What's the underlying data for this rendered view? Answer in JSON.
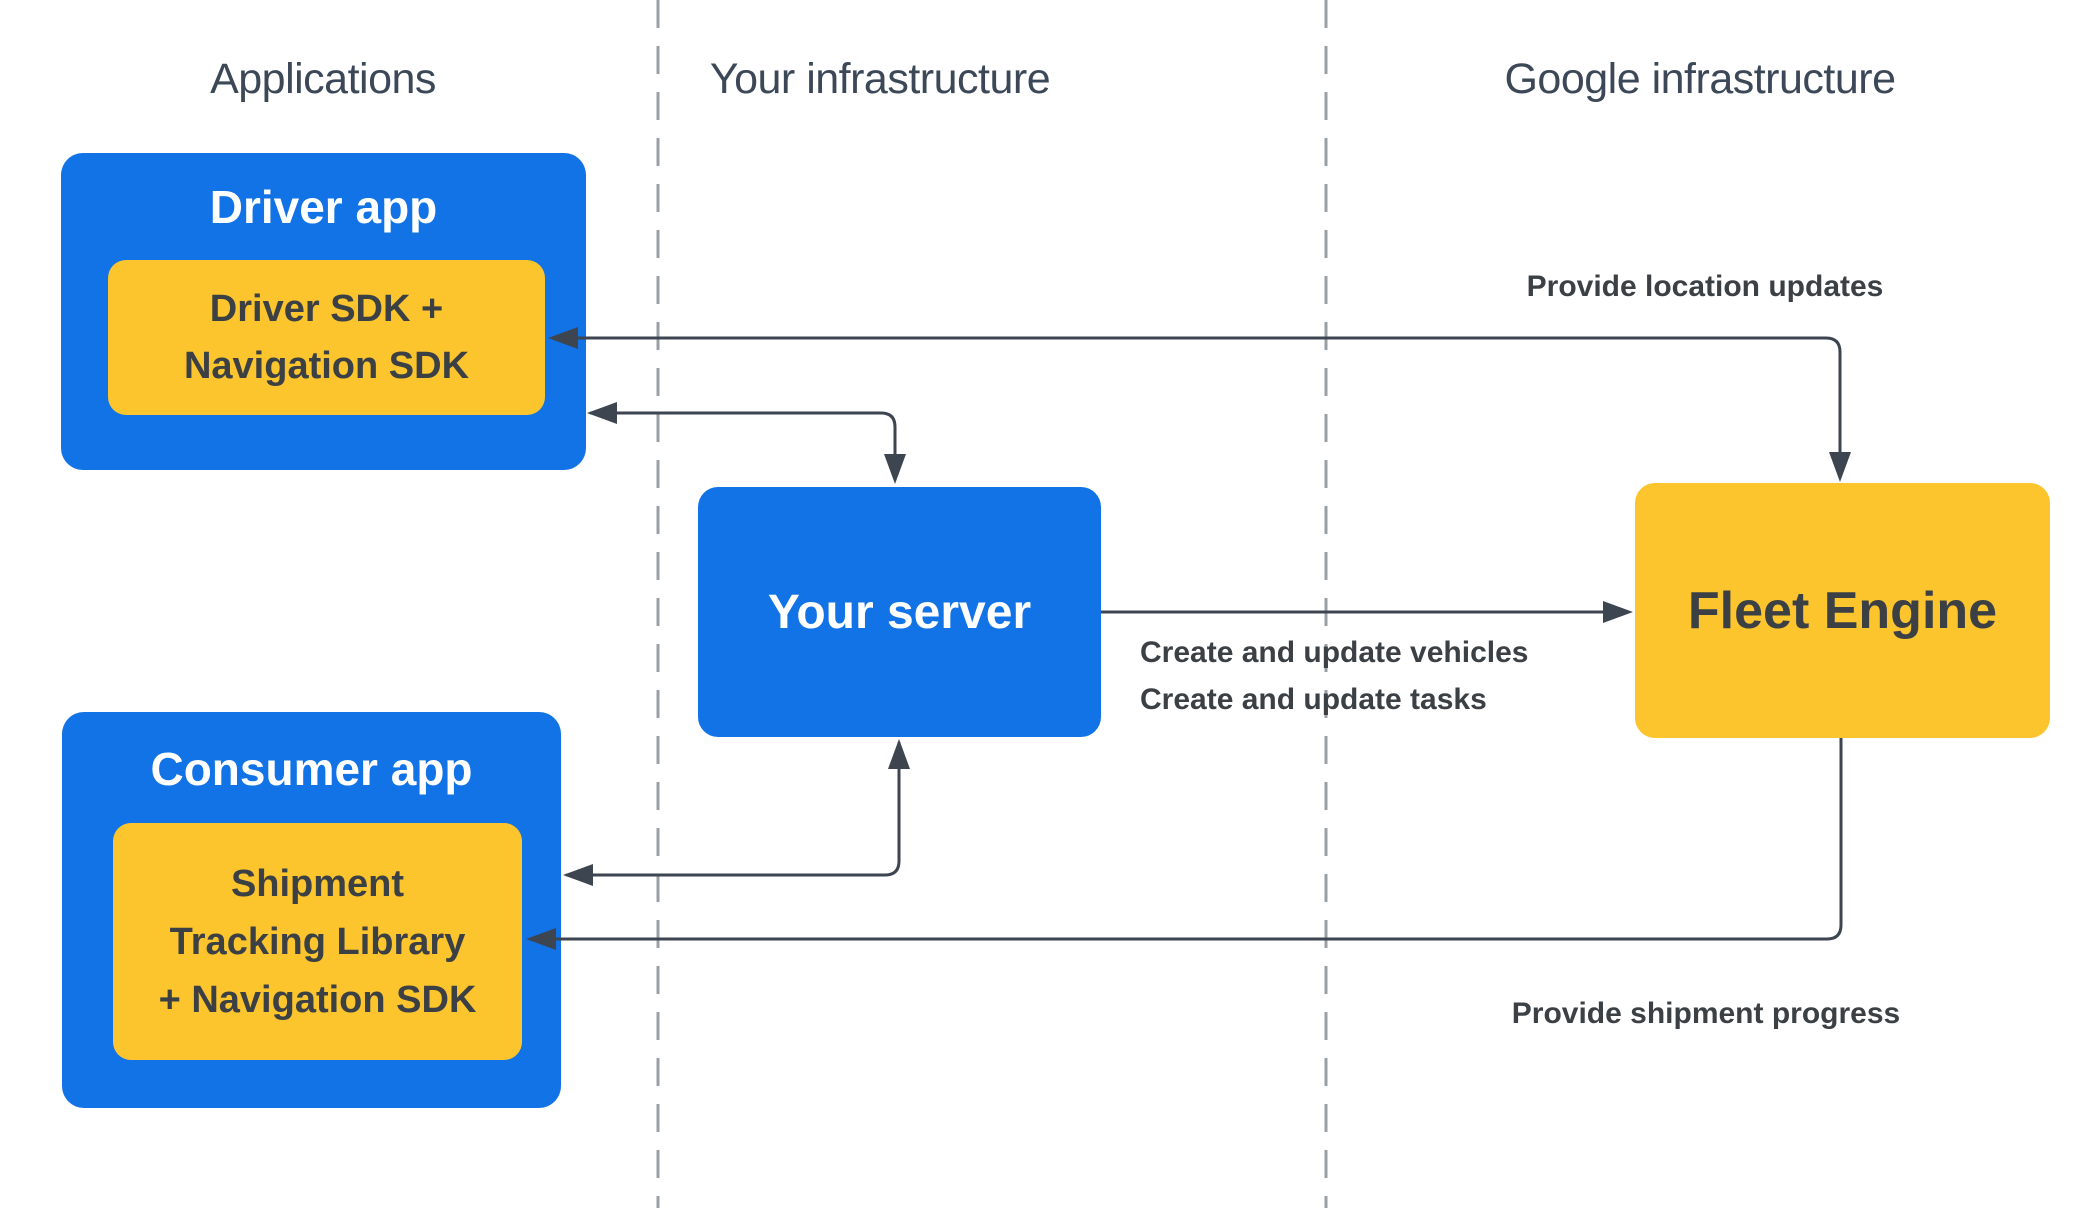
{
  "diagram": {
    "columns": [
      {
        "label": "Applications"
      },
      {
        "label": "Your infrastructure"
      },
      {
        "label": "Google infrastructure"
      }
    ],
    "nodes": {
      "driver_app": {
        "title": "Driver app",
        "sdk": {
          "line1": "Driver SDK +",
          "line2": "Navigation SDK"
        }
      },
      "consumer_app": {
        "title": "Consumer app",
        "sdk": {
          "line1": "Shipment",
          "line2": "Tracking Library",
          "line3": "+ Navigation SDK"
        }
      },
      "your_server": {
        "title": "Your server"
      },
      "fleet_engine": {
        "title": "Fleet Engine"
      }
    },
    "edge_labels": {
      "location_updates": "Provide location updates",
      "create_vehicles": "Create and update vehicles",
      "create_tasks": "Create and update tasks",
      "shipment_progress": "Provide shipment progress"
    },
    "colors": {
      "box_blue": "#1173E6",
      "box_yellow": "#FCC42D",
      "arrow": "#3D4650",
      "dark_text": "#3B4045",
      "header_text": "#3C4858",
      "divider_gray": "#98A0A6",
      "background": "#FFFFFF"
    }
  }
}
